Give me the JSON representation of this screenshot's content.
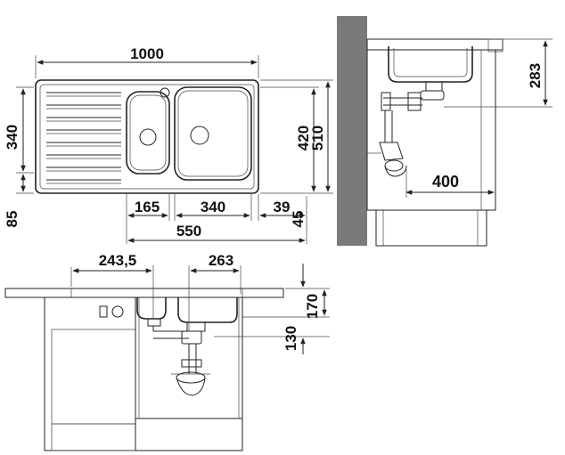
{
  "top_view": {
    "dim_width": "1000",
    "dim_left_h1": "340",
    "dim_left_h2": "85",
    "dim_right_h1": "420",
    "dim_right_h2": "510",
    "dim_small_bowl": "165",
    "dim_main_bowl": "340",
    "dim_edge": "39",
    "dim_edge2": "45",
    "dim_cabinet": "550"
  },
  "side_view": {
    "dim_height": "283",
    "dim_depth": "400"
  },
  "front_view": {
    "dim_small_offset": "243,5",
    "dim_main_offset": "263",
    "dim_depth1": "170",
    "dim_depth2": "130"
  }
}
